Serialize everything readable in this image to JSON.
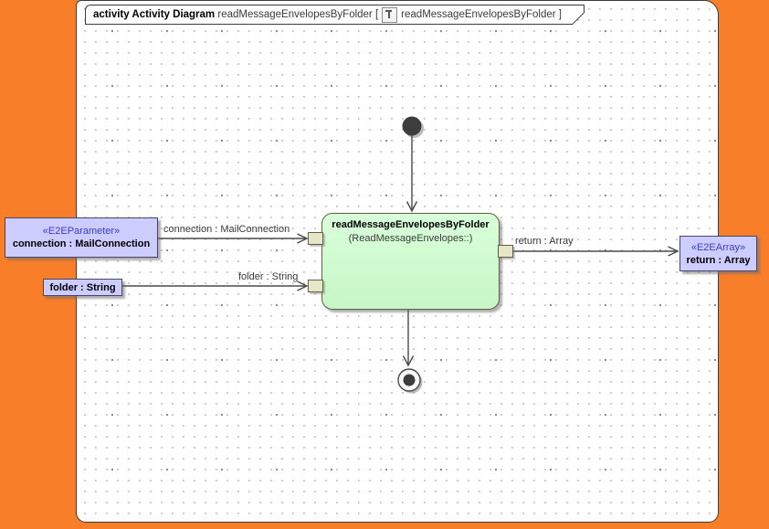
{
  "frame": {
    "kind": "activity Activity Diagram",
    "title": "readMessageEnvelopesByFolder",
    "open_bracket": "[",
    "context": "readMessageEnvelopesByFolder",
    "close_bracket": "]"
  },
  "action": {
    "name": "readMessageEnvelopesByFolder",
    "qualifier": "(ReadMessageEnvelopes::)"
  },
  "parameters": {
    "connection": {
      "stereotype": "«E2EParameter»",
      "label": "connection : MailConnection"
    },
    "folder": {
      "label": "folder : String"
    },
    "return": {
      "stereotype": "«E2EArray»",
      "label": "return : Array"
    }
  },
  "edges": {
    "connection": {
      "label": "connection : MailConnection"
    },
    "folder": {
      "label": "folder : String"
    },
    "return": {
      "label": "return : Array"
    }
  },
  "colors": {
    "margin_orange": "#f87e2a",
    "action_fill": "#ccffcc",
    "parameter_fill": "#ccccff",
    "pin_fill": "#e7e7c7",
    "stereotype_text": "#3c3cc8",
    "edge_stroke": "#4a4a4a",
    "grid_dot": "#bdbdbd"
  }
}
